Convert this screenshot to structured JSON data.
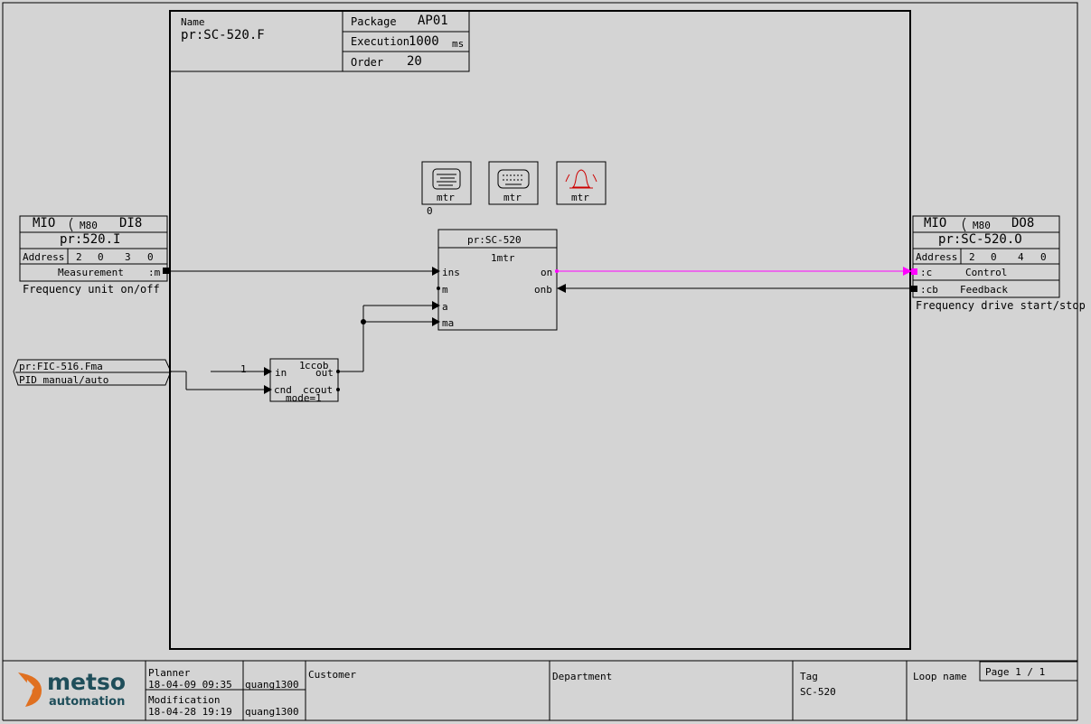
{
  "header": {
    "name_label": "Name",
    "name_value": "pr:SC-520.F",
    "package_label": "Package",
    "package_value": "AP01",
    "execution_label": "Execution",
    "execution_value": "1000",
    "execution_unit": "ms",
    "order_label": "Order",
    "order_value": "20"
  },
  "icons": [
    {
      "name": "display-icon",
      "label": "mtr"
    },
    {
      "name": "keyboard-icon",
      "label": "mtr"
    },
    {
      "name": "alarm-bell-icon",
      "label": "mtr"
    }
  ],
  "icon_index": "0",
  "mio_in": {
    "title": "MIO",
    "module": "M80",
    "type": "DI8",
    "tag": "pr:520.I",
    "address_label": "Address",
    "address": [
      "2",
      "0",
      "3",
      "0"
    ],
    "signal": "Measurement",
    "pin": ":m",
    "description": "Frequency unit on/off"
  },
  "mio_out": {
    "title": "MIO",
    "module": "M80",
    "type": "DO8",
    "tag": "pr:SC-520.O",
    "address_label": "Address",
    "address": [
      "2",
      "0",
      "4",
      "0"
    ],
    "row1_pin": ":c",
    "row1_signal": "Control",
    "row2_pin": ":cb",
    "row2_signal": "Feedback",
    "description": "Frequency drive start/stop"
  },
  "mtr_block": {
    "tag": "pr:SC-520",
    "type": "1mtr",
    "inputs": [
      "ins",
      "m",
      "a",
      "ma"
    ],
    "outputs": [
      "on",
      "onb"
    ]
  },
  "ccob_block": {
    "type": "ccob",
    "number": "1",
    "in_pin": "in",
    "cnd_pin": "cnd",
    "out_pin": "out",
    "ccout_pin": "ccout",
    "mode": "mode=1",
    "const_in": "1"
  },
  "external_ref": {
    "tag": "pr:FIC-516.Fma",
    "description": "PID manual/auto"
  },
  "footer": {
    "logo_name": "metso",
    "logo_sub": "automation",
    "planner_label": "Planner",
    "planner_date": "18-04-09 09:35",
    "planner_user": "quang1300",
    "modification_label": "Modification",
    "modification_date": "18-04-28 19:19",
    "modification_user": "quang1300",
    "customer_label": "Customer",
    "department_label": "Department",
    "tag_label": "Tag",
    "tag_value": "SC-520",
    "loop_label": "Loop name",
    "page": "Page 1 / 1"
  },
  "colors": {
    "background": "#d4d4d4",
    "highlight_wire": "#ff00ff",
    "logo_orange": "#e07020",
    "logo_teal": "#1f4e5a",
    "alarm_red": "#cc0000"
  }
}
